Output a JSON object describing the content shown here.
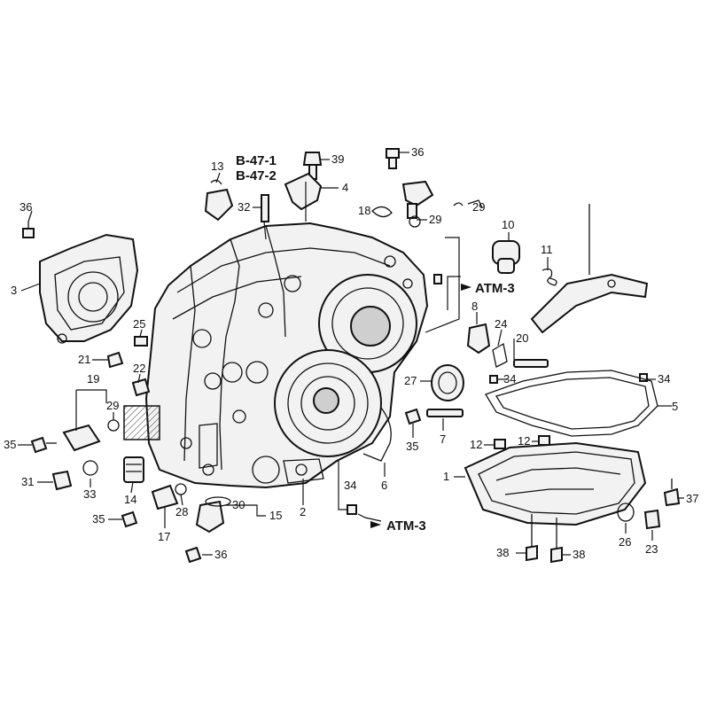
{
  "refs": {
    "b47_1": "B-47-1",
    "b47_2": "B-47-2",
    "atm3_top": "ATM-3",
    "atm3_bottom": "ATM-3"
  },
  "callouts": {
    "c36a": "36",
    "c3": "3",
    "c13": "13",
    "c32": "32",
    "c39": "39",
    "c4": "4",
    "c36b": "36",
    "c18": "18",
    "c29a": "29",
    "c29small": "29",
    "c10": "10",
    "c11": "11",
    "c25": "25",
    "c21": "21",
    "c22": "22",
    "c19": "19",
    "c29b": "29",
    "c35a": "35",
    "c31": "31",
    "c33": "33",
    "c14": "14",
    "c28": "28",
    "c35b": "35",
    "c17": "17",
    "c30": "30",
    "c15": "15",
    "c36c": "36",
    "c2": "2",
    "c34a": "34",
    "c8": "8",
    "c24": "24",
    "c20": "20",
    "c27": "27",
    "c34b": "34",
    "c34c": "34",
    "c5": "5",
    "c7": "7",
    "c35c": "35",
    "c6": "6",
    "c12a": "12",
    "c12b": "12",
    "c1": "1",
    "c37": "37",
    "c26": "26",
    "c23": "23",
    "c38a": "38",
    "c38b": "38"
  }
}
